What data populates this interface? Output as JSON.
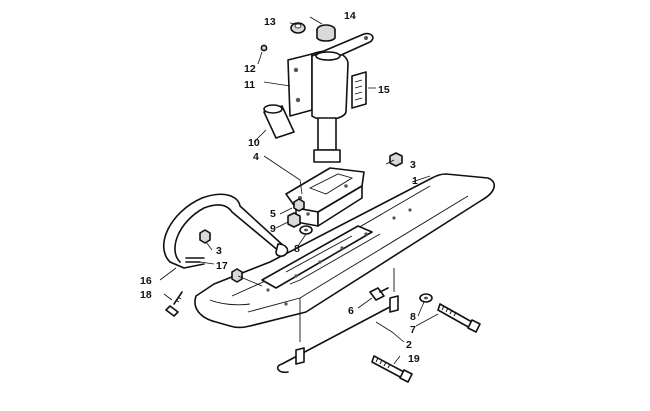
{
  "callouts": [
    {
      "key": "c1",
      "text": "1"
    },
    {
      "key": "c2",
      "text": "2"
    },
    {
      "key": "c3a",
      "text": "3"
    },
    {
      "key": "c3b",
      "text": "3"
    },
    {
      "key": "c4",
      "text": "4"
    },
    {
      "key": "c5",
      "text": "5"
    },
    {
      "key": "c6",
      "text": "6"
    },
    {
      "key": "c7",
      "text": "7"
    },
    {
      "key": "c8a",
      "text": "8"
    },
    {
      "key": "c8b",
      "text": "8"
    },
    {
      "key": "c9",
      "text": "9"
    },
    {
      "key": "c10",
      "text": "10"
    },
    {
      "key": "c11",
      "text": "11"
    },
    {
      "key": "c12",
      "text": "12"
    },
    {
      "key": "c13",
      "text": "13"
    },
    {
      "key": "c14",
      "text": "14"
    },
    {
      "key": "c15",
      "text": "15"
    },
    {
      "key": "c16",
      "text": "16"
    },
    {
      "key": "c17",
      "text": "17"
    },
    {
      "key": "c18",
      "text": "18"
    },
    {
      "key": "c19",
      "text": "19"
    }
  ]
}
